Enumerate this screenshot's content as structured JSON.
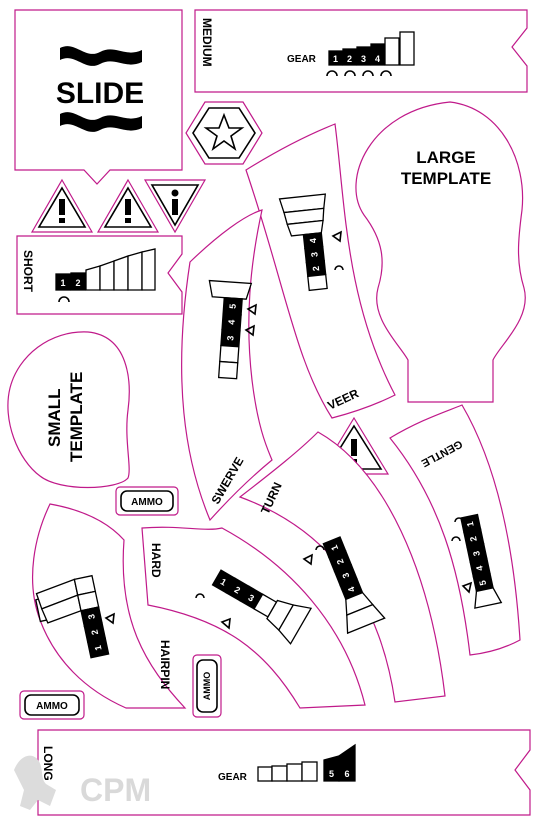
{
  "slide": {
    "title": "SLIDE"
  },
  "medium": {
    "label": "MEDIUM",
    "gear_label": "GEAR",
    "gears": [
      "1",
      "2",
      "3",
      "4"
    ]
  },
  "short": {
    "label": "SHORT",
    "gears": [
      "1",
      "2"
    ]
  },
  "long": {
    "label": "LONG",
    "gear_label": "GEAR",
    "gears": [
      "5",
      "6"
    ]
  },
  "large_template": {
    "line1": "LARGE",
    "line2": "TEMPLATE"
  },
  "small_template": {
    "line1": "SMALL",
    "line2": "TEMPLATE"
  },
  "veer": {
    "label": "VEER",
    "gears": [
      "2",
      "3",
      "4"
    ]
  },
  "swerve": {
    "label": "SWERVE",
    "gears": [
      "3",
      "4",
      "5"
    ]
  },
  "turn": {
    "label": "TURN",
    "gears": [
      "1",
      "2",
      "3",
      "4"
    ]
  },
  "gentle": {
    "label": "GENTLE",
    "gears": [
      "1",
      "2",
      "3",
      "4",
      "5"
    ]
  },
  "hard": {
    "label": "HARD",
    "gears": [
      "1",
      "2",
      "3"
    ]
  },
  "hairpin": {
    "label": "HAIRPIN",
    "gears": [
      "1",
      "2",
      "3"
    ]
  },
  "ammo": {
    "label": "AMMO"
  },
  "icons": {
    "hazard": "exclamation-triangle-icon",
    "info": "info-triangle-icon",
    "star": "star-hexagon-icon"
  },
  "watermark": {
    "text": "CPM"
  },
  "colors": {
    "cut_line": "#c01a8a",
    "ink": "#000000"
  }
}
